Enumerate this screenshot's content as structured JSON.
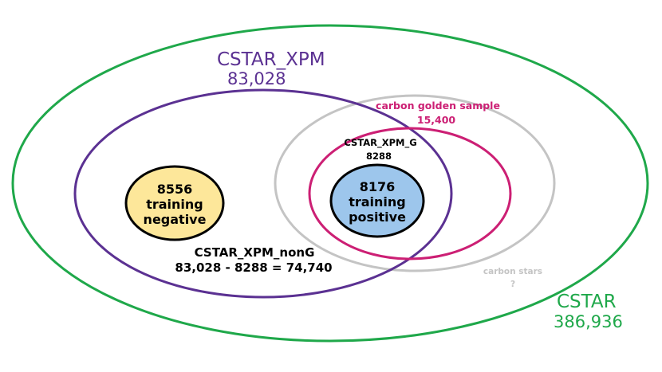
{
  "sets": {
    "cstar": {
      "name": "CSTAR",
      "count": "386,936",
      "color": "#1fa84a"
    },
    "cstar_xpm": {
      "name": "CSTAR_XPM",
      "count": "83,028",
      "color": "#5b3192"
    },
    "carbon_stars": {
      "name": "carbon stars",
      "count": "?",
      "color": "#c4c4c4"
    },
    "carbon_golden": {
      "name": "carbon golden sample",
      "count": "15,400",
      "color": "#cc1f74"
    },
    "cstar_xpm_g": {
      "name": "CSTAR_XPM_G",
      "count": "8288"
    },
    "cstar_xpm_nong": {
      "name": "CSTAR_XPM_nonG",
      "formula": "83,028 - 8288 = 74,740"
    }
  },
  "training_negative": {
    "count": "8556",
    "line1": "training",
    "line2": "negative",
    "fill": "#fde79a"
  },
  "training_positive": {
    "count": "8176",
    "line1": "training",
    "line2": "positive",
    "fill": "#9dc6ec"
  }
}
